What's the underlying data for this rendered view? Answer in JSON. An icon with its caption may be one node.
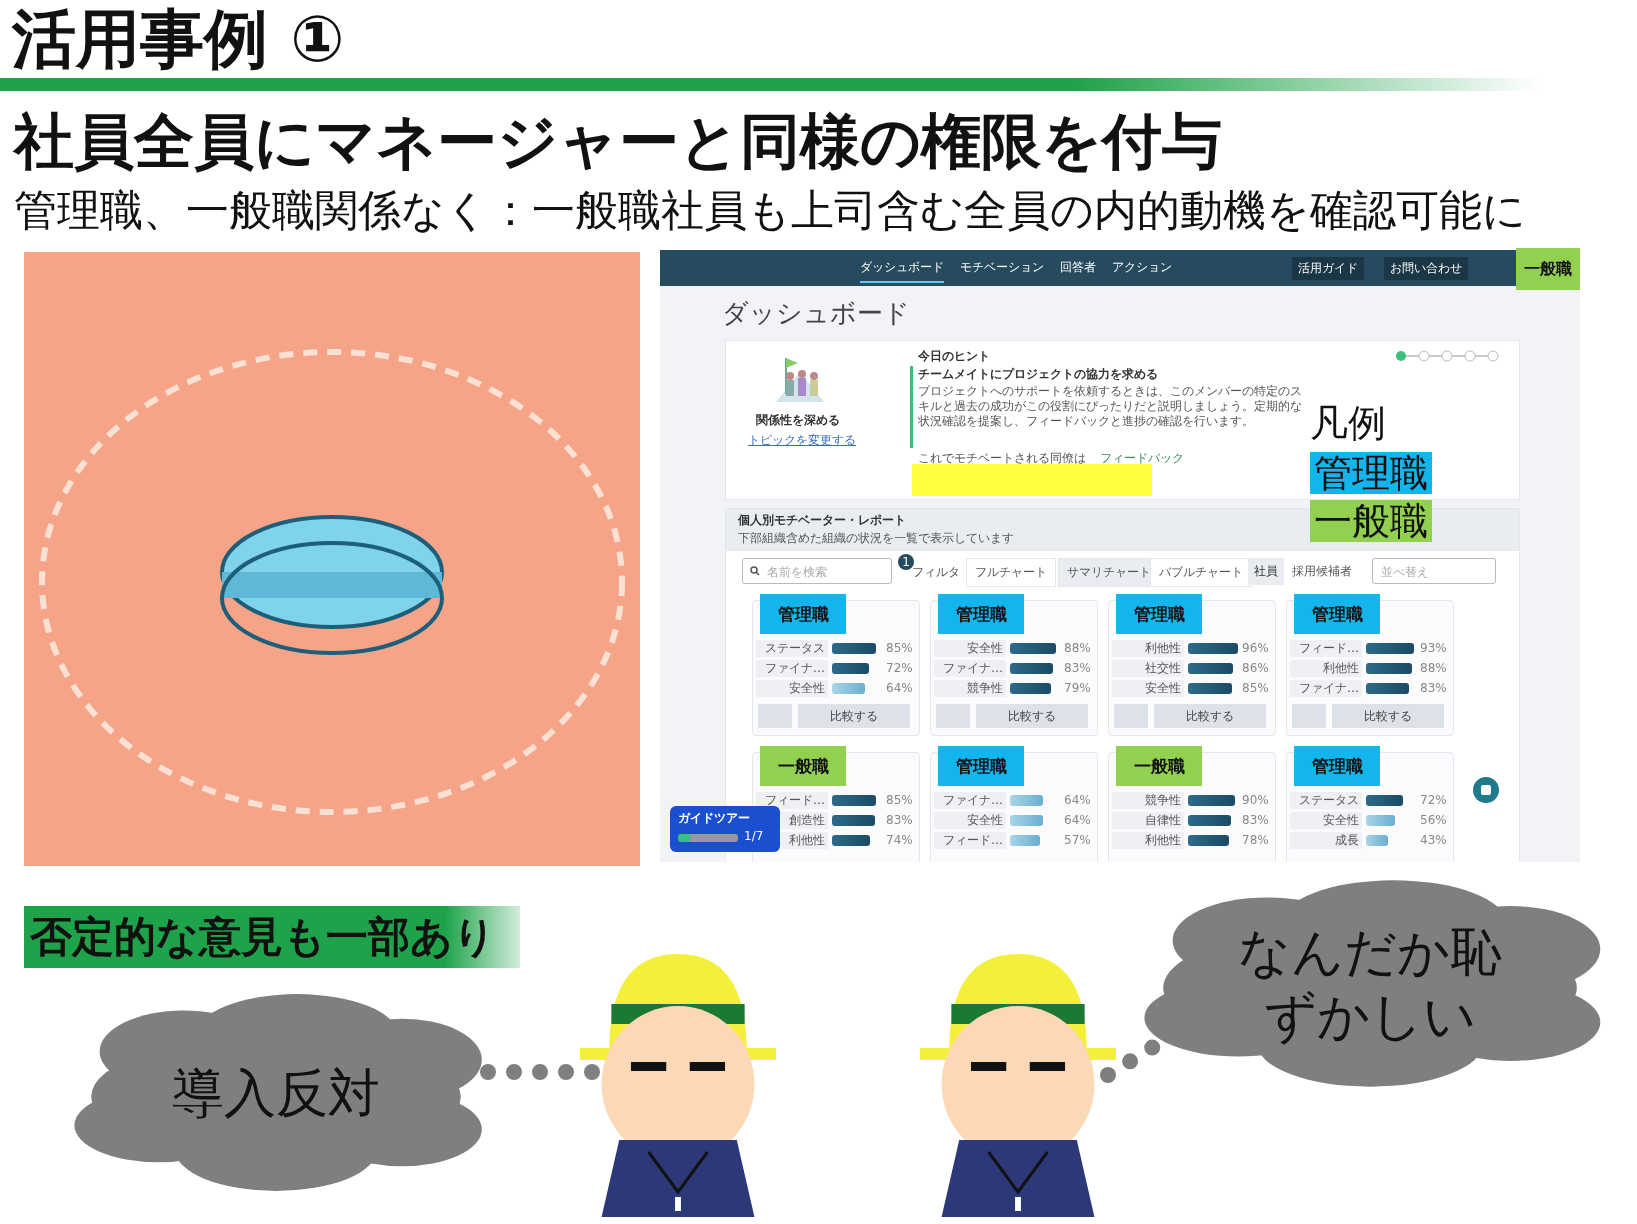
{
  "diagram": {
    "title": "活用事例 ①",
    "nodes": [
      {
        "text": [
          "導入反対"
        ]
      },
      {
        "text": [],
        "shape": "person"
      },
      {
        "text": [],
        "shape": "person"
      },
      {
        "text": [
          "なんだか恥ずかしい"
        ]
      }
    ],
    "edges": [
      {
        "from": 1,
        "to": 0,
        "arrow": "none"
      },
      {
        "from": 2,
        "to": 3,
        "arrow": "none"
      }
    ],
    "labels": [
      "社員全員にマネージャーと同様の権限を付与",
      "管理職、一般職関係なく：一般職社員も上司含む全員の内的動機を確認可能に",
      "ダッシュボード",
      "モチベーション",
      "回答者",
      "アクション",
      "活用ガイド",
      "お問い合わせ",
      "一般職",
      "ダッシュボード",
      "今日のヒント",
      "チームメイトにプロジェクトの協力を求める",
      "プロジェクトへのサポートを依頼するときは、このメンバーの特定のスキルと過去の成功がこの役割にぴったりだと説明しましょう。定期的な状況確認を提案し、フィードバックと進捗の確認を行います。",
      "関係性を深める",
      "トピックを変更する",
      "これでモチベートされる同僚は",
      "フィードバック",
      "凡例",
      "個人別モチベーター・レポート",
      "下部組織含めた組織の状況を一覧で表示しています",
      "名前を検索",
      "1",
      "フィルタ",
      "フルチャート",
      "サマリチャート",
      "バブルチャート",
      "社員",
      "採用候補者",
      "並べ替え",
      "管理職",
      "ステータス",
      "85%",
      "ファイナ…",
      "72%",
      "安全性",
      "64%",
      "比較する",
      "管理職",
      "安全性",
      "88%",
      "ファイナ…",
      "83%",
      "競争性",
      "79%",
      "比較する",
      "管理職",
      "利他性",
      "96%",
      "社交性",
      "86%",
      "安全性",
      "85%",
      "比較する",
      "管理職",
      "フィード…",
      "93%",
      "利他性",
      "88%",
      "ファイナ…",
      "83%",
      "比較する",
      "一般職",
      "フィード…",
      "85%",
      "創造性",
      "83%",
      "利他性",
      "74%",
      "管理職",
      "ファイナ…",
      "64%",
      "安全性",
      "64%",
      "フィード…",
      "57%",
      "一般職",
      "競争性",
      "90%",
      "自律性",
      "83%",
      "利他性",
      "78%",
      "管理職",
      "ステータス",
      "72%",
      "安全性",
      "56%",
      "成長",
      "43%",
      "ガイドツアー",
      "1/7",
      "否定的な意見も一部あり"
    ],
    "legend": [
      {
        "text": "管理職",
        "color": "#14b4ec"
      },
      {
        "text": "一般職",
        "color": "#92d050"
      }
    ]
  }
}
